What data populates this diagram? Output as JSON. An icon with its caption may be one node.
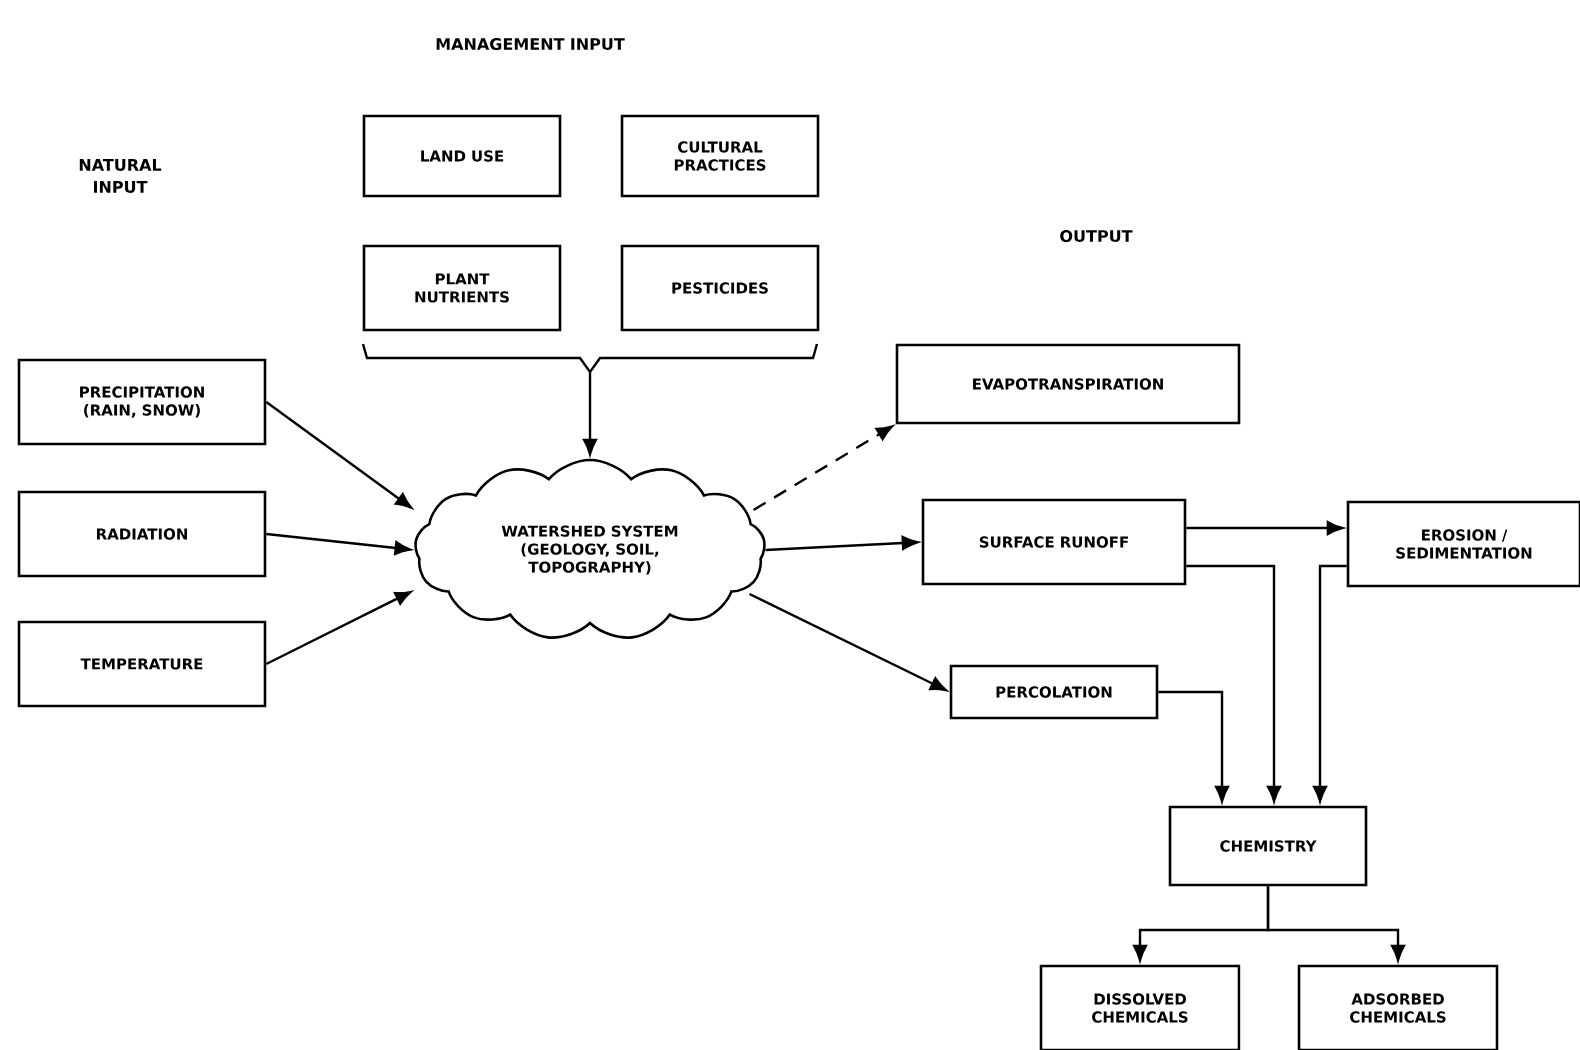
{
  "diagram": {
    "nodes": [
      {
        "text": [
          "LAND USE"
        ]
      },
      {
        "text": [
          "CULTURAL PRACTICES"
        ]
      },
      {
        "text": [
          "PLANT NUTRIENTS"
        ]
      },
      {
        "text": [
          "PESTICIDES"
        ]
      },
      {
        "text": [
          "PRECIPITATION (RAIN, SNOW)"
        ]
      },
      {
        "text": [
          "RADIATION"
        ]
      },
      {
        "text": [
          "TEMPERATURE"
        ]
      },
      {
        "text": [
          "WATERSHED SYSTEM (GEOLOGY, SOIL, TOPOGRAPHY)"
        ]
      },
      {
        "text": [
          "EVAPOTRANSPIRATION"
        ]
      },
      {
        "text": [
          "SURFACE RUNOFF"
        ]
      },
      {
        "text": [
          "EROSION / SEDIMENTATION"
        ]
      },
      {
        "text": [
          "PERCOLATION"
        ]
      },
      {
        "text": [
          "CHEMISTRY"
        ]
      },
      {
        "text": [
          "DISSOLVED CHEMICALS"
        ]
      },
      {
        "text": [
          "ADSORBED CHEMICALS"
        ]
      },
      {
        "text": [],
        "shape": "bracket"
      }
    ],
    "edges": [
      {
        "from": 15,
        "to": 7,
        "arrow": "to"
      },
      {
        "from": 4,
        "to": 7,
        "arrow": "to"
      },
      {
        "from": 5,
        "to": 7,
        "arrow": "to"
      },
      {
        "from": 6,
        "to": 7,
        "arrow": "to"
      },
      {
        "from": 7,
        "to": 8,
        "arrow": "to",
        "style": "dashed"
      },
      {
        "from": 7,
        "to": 9,
        "arrow": "to"
      },
      {
        "from": 7,
        "to": 11,
        "arrow": "to"
      },
      {
        "from": 9,
        "to": 10,
        "arrow": "to"
      },
      {
        "from": 9,
        "to": 12,
        "arrow": "to"
      },
      {
        "from": 10,
        "to": 12,
        "arrow": "to"
      },
      {
        "from": 11,
        "to": 12,
        "arrow": "to"
      },
      {
        "from": 12,
        "to": 13,
        "arrow": "to"
      },
      {
        "from": 12,
        "to": 14,
        "arrow": "to"
      }
    ],
    "labels": [
      "MANAGEMENT INPUT",
      "NATURAL INPUT",
      "OUTPUT"
    ]
  }
}
